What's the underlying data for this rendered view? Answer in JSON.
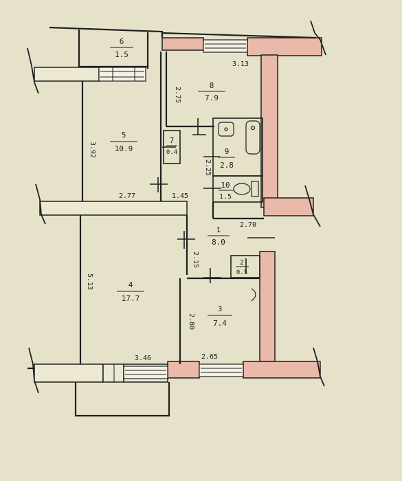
{
  "colors": {
    "paper": "#e6e2c9",
    "wall": "#1f1f1f",
    "load_bearing": "#e9b9aa",
    "window": "#f4f2e6"
  },
  "rooms": [
    {
      "id": "r6",
      "number": "6",
      "area": "1.5"
    },
    {
      "id": "r8",
      "number": "8",
      "area": "7.9"
    },
    {
      "id": "r5",
      "number": "5",
      "area": "10.9"
    },
    {
      "id": "r7",
      "number": "7",
      "area": "0.4"
    },
    {
      "id": "r9",
      "number": "9",
      "area": "2.8"
    },
    {
      "id": "r10",
      "number": "10",
      "area": "1.5"
    },
    {
      "id": "r1",
      "number": "1",
      "area": "8.0"
    },
    {
      "id": "r2",
      "number": "2",
      "area": "0.5"
    },
    {
      "id": "r4",
      "number": "4",
      "area": "17.7"
    },
    {
      "id": "r3",
      "number": "3",
      "area": "7.4"
    }
  ],
  "dimensions": {
    "d313": "3.13",
    "d275": "2.75",
    "d392": "3.92",
    "d277": "2.77",
    "d145": "1.45",
    "d225": "2.25",
    "d270": "2.70",
    "d215": "2.15",
    "d513": "5.13",
    "d280": "2.80",
    "d346": "3.46",
    "d265": "2.65"
  }
}
